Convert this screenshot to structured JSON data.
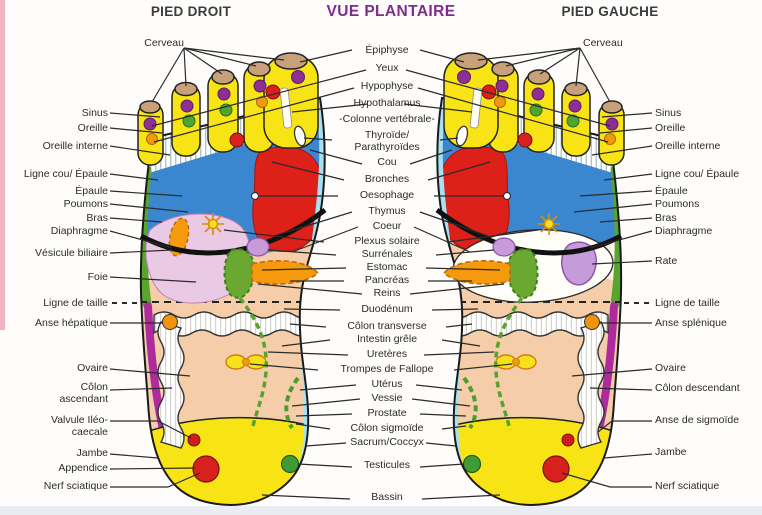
{
  "header": {
    "left_foot": "PIED DROIT",
    "view_title": "VUE PLANTAIRE",
    "right_foot": "PIED GAUCHE"
  },
  "labels": {
    "left": [
      "Cerveau",
      "Sinus",
      "Oreille",
      "Oreille interne",
      "Ligne cou/ Épaule",
      "Épaule",
      "Poumons",
      "Bras",
      "Diaphragme",
      "Vésicule biliaire",
      "Foie",
      "Ligne de taille",
      "Anse hépatique",
      "Ovaire",
      "Côlon ascendant",
      "Valvule Iléo-caecale",
      "Jambe",
      "Appendice",
      "Nerf sciatique"
    ],
    "center": [
      "Épiphyse",
      "Yeux",
      "Hypophyse",
      "Hypothalamus",
      "-Colonne vertébrale-",
      "Thyroïde/ Parathyroïdes",
      "Cou",
      "Bronches",
      "Oesophage",
      "Thymus",
      "Coeur",
      "Plexus solaire",
      "Surrénales",
      "Estomac",
      "Pancréas",
      "Reins",
      "Duodénum",
      "Côlon transverse",
      "Intestin grêle",
      "Uretères",
      "Trompes de Fallope",
      "Utérus",
      "Vessie",
      "Prostate",
      "Côlon sigmoïde",
      "Sacrum/Coccyx",
      "Testicules",
      "Bassin"
    ],
    "right": [
      "Cerveau",
      "Sinus",
      "Oreille",
      "Oreille interne",
      "Ligne cou/ Épaule",
      "Épaule",
      "Poumons",
      "Bras",
      "Diaphragme",
      "Rate",
      "Ligne de taille",
      "Anse splénique",
      "Ovaire",
      "Côlon descendant",
      "Anse de sigmoïde",
      "Jambe",
      "Nerf sciatique"
    ]
  },
  "colors": {
    "title_accent": "#7d2b8d",
    "label_ink": "#2b2b2b",
    "foot_yellow": "#f8e414",
    "lung_blue": "#3a87cf",
    "organ_red": "#dd2018",
    "skin_peach": "#f5cda9",
    "liver_pink": "#e9c9e4",
    "strip_green": "#58a52e",
    "strip_magenta": "#ae2b9d",
    "arch_blue": "#a6e0f2",
    "accent_orange": "#f2930c",
    "dot_purple": "#8d2f96",
    "dot_green": "#4ea531",
    "toe_tip_tan": "#c8a17b"
  }
}
